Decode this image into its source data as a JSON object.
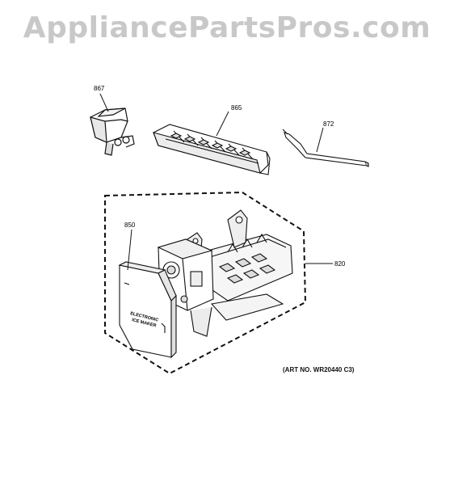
{
  "watermark": "AppliancePartsPros.com",
  "callouts": {
    "p867": "867",
    "p865": "865",
    "p872": "872",
    "p850": "850",
    "p820": "820"
  },
  "icemaker_label_line1": "ELECTRONIC",
  "icemaker_label_line2": "ICE MAKER",
  "art_number": "(ART NO. WR20440 C3)"
}
